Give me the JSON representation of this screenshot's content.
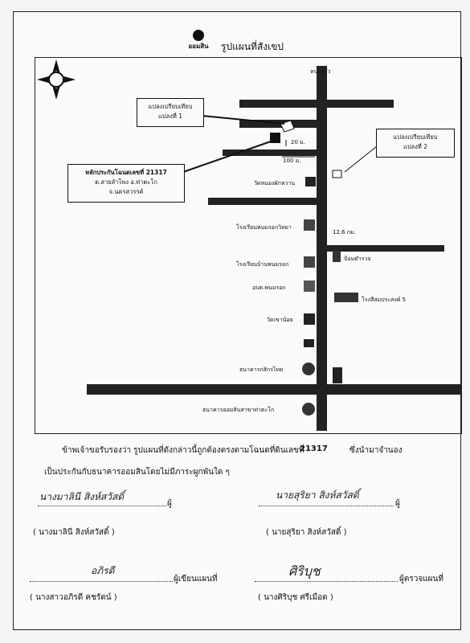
{
  "header": {
    "brand": "ออมสิน",
    "title": "รูปแผนที่สังเขป"
  },
  "map": {
    "north": "N",
    "road_top_label": "หนองบัว",
    "callout_plot1": [
      "แปลงเปรียบเทียบ",
      "แปลงที่ 1"
    ],
    "callout_plot2": [
      "แปลงเปรียบเทียบ",
      "แปลงที่ 2"
    ],
    "callout_collateral": [
      "หลักประกันโฉนดเลขที่ 21317",
      "ต.สายลำโพง อ.ท่าตะโก",
      "จ.นครสวรรค์"
    ],
    "dist_20": "20 ม.",
    "dist_100": "100 ม.",
    "dist_126": "12.6 กม.",
    "places": {
      "wat_nong_phak": "วัดหนองผักหวาน",
      "school_phanom_witthaya": "โรงเรียนพนมรอกวิทยา",
      "school_ban_phanom": "โรงเรียนบ้านพนมรอก",
      "police_box": "ป้อมตำรวจ",
      "obt": "อบต.พนมรอก",
      "coop_store": "โรงสีสมประสงค์ 5",
      "wat_khao_noi": "วัดเขาน้อย",
      "kbank": "ธนาคารกสิกรไทย",
      "gsb": "ธนาคารออมสินสาขาท่าตะโก"
    }
  },
  "statement": {
    "line1": "ข้าพเจ้าขอรับรองว่า รูปแผนที่ดังกล่าวนี้ถูกต้องตรงตามโฉนดที่ดินเลขที่",
    "deed_no": "21317",
    "line1_end": "ซึ่งนำมาจำนอง",
    "line2": "เป็นประกันกับธนาคารออมสินโดยไม่มีภาระผูกพันใด ๆ"
  },
  "signatures": {
    "s1_hand": "นางมาลินี สิงห์สวัสดิ์",
    "s1_suffix": "ผู้",
    "s1_name": "(     นางมาลินี  สิงห์สวัสดิ์     )",
    "s2_hand": "นายสุริยา สิงห์สวัสดิ์",
    "s2_suffix": "ผู้",
    "s2_name": "(     นายสุริยา  สิงห์สวัสดิ์     )",
    "s3_hand": "อภิรดี",
    "s3_suffix": "ผู้เขียนแผนที่",
    "s3_name": "(     นางสาวอภิรดี  คชรัตน์     )",
    "s4_hand": "ศิริบุช",
    "s4_suffix": "ผู้ตรวจแผนที่",
    "s4_name": "(     นางศิริบุช  ศรีเมือด     )"
  }
}
